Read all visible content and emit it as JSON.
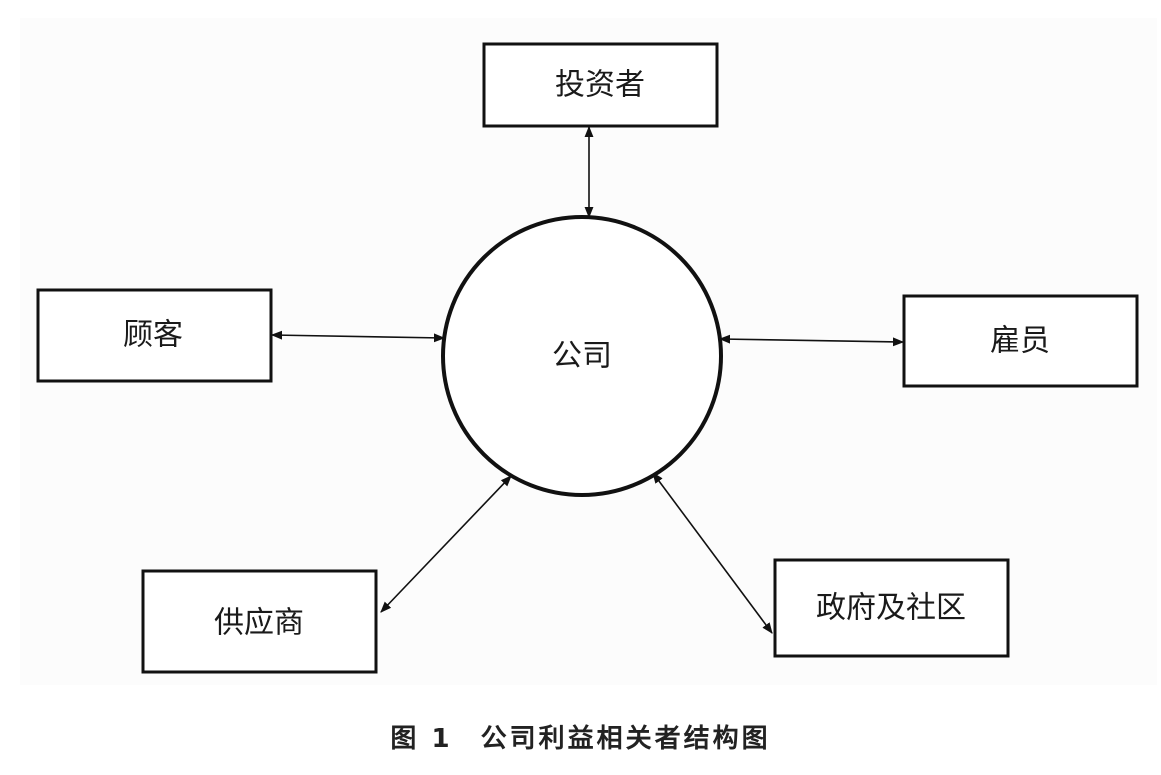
{
  "diagram": {
    "center": {
      "label": "公司"
    },
    "nodes": [
      {
        "id": "investor",
        "label": "投资者"
      },
      {
        "id": "customer",
        "label": "顾客"
      },
      {
        "id": "employee",
        "label": "雇员"
      },
      {
        "id": "supplier",
        "label": "供应商"
      },
      {
        "id": "government",
        "label": "政府及社区"
      }
    ],
    "edges": [
      {
        "from": "company",
        "to": "investor",
        "direction": "both"
      },
      {
        "from": "company",
        "to": "customer",
        "direction": "both"
      },
      {
        "from": "company",
        "to": "employee",
        "direction": "both"
      },
      {
        "from": "company",
        "to": "supplier",
        "direction": "both"
      },
      {
        "from": "company",
        "to": "government",
        "direction": "both"
      }
    ]
  },
  "caption": {
    "figure_number": "图 1",
    "title": "公司利益相关者结构图"
  }
}
